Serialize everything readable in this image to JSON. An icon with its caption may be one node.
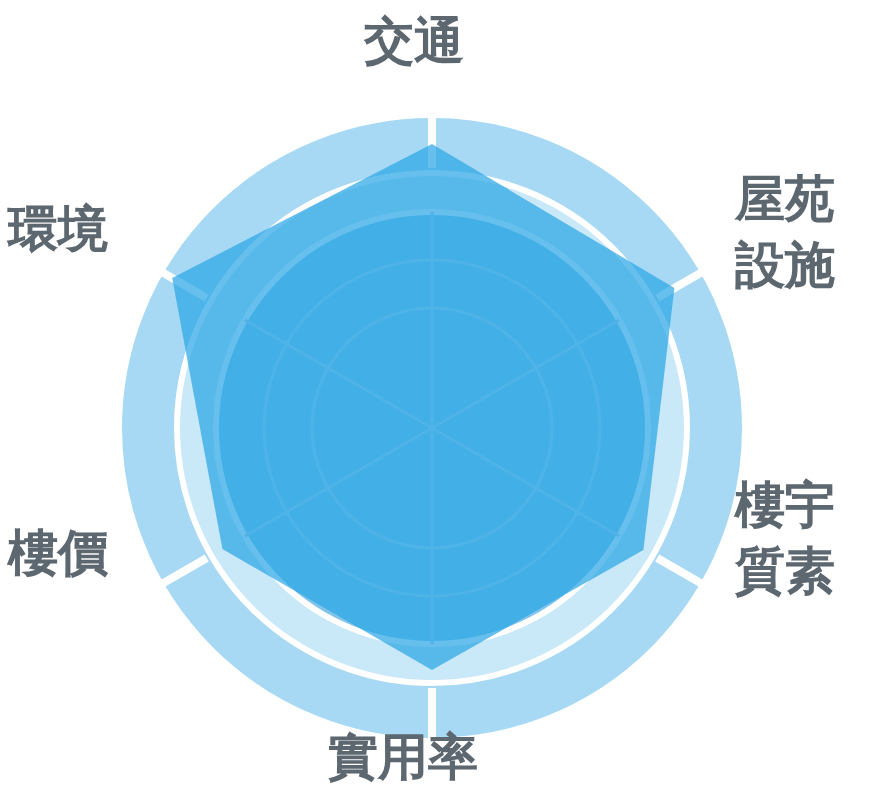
{
  "diagram": {
    "labels": [
      "交通",
      "屋苑設施",
      "樓宇質素",
      "實用率",
      "樓價",
      "環境"
    ]
  }
}
